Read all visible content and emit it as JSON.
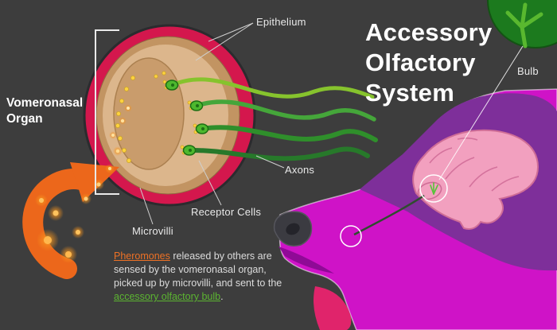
{
  "title": {
    "line1": "Accessory",
    "line2": "Olfactory",
    "line3": "System"
  },
  "labels": {
    "vomeronasal_organ": "Vomeronasal Organ",
    "epithelium": "Epithelium",
    "bulb": "Bulb",
    "axons": "Axons",
    "receptor_cells": "Receptor Cells",
    "microvilli": "Microvilli"
  },
  "caption": {
    "pheromones_link": "Pheromones",
    "middle": " released by others are sensed by the vomeronasal organ, picked up by microvilli, and sent to the ",
    "bulb_link": "accessory olfactory bulb",
    "end": "."
  },
  "icons": {
    "olfactory_bulb_tree": "tree-bulb-icon",
    "pheromone_particles": "glowing-dots-icon",
    "flow_arrow": "curved-arrow-icon"
  },
  "colors": {
    "background": "#3d3d3d",
    "accent_orange": "#ec671b",
    "accent_green": "#5cb531",
    "organ_ring_crimson": "#d4174d",
    "epithelium_tan": "#c29462",
    "lumen_tan": "#c99c6c",
    "dog_magenta": "#cf13c7",
    "skull_purple": "#7e2f9a",
    "brain_pink": "#f2a0bf",
    "microvilli_yellow": "#ffd23f"
  }
}
